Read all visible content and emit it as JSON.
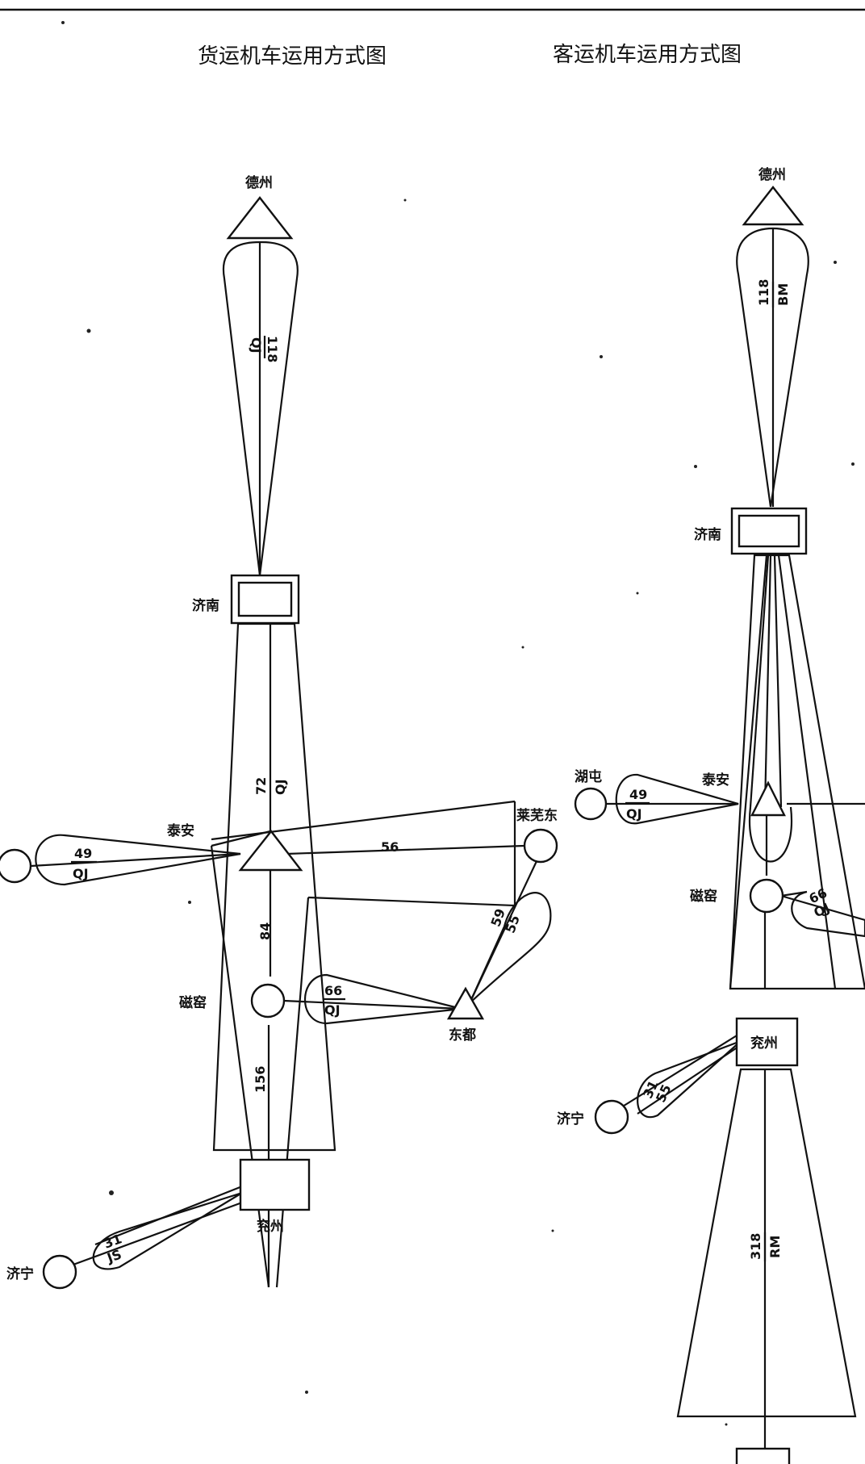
{
  "titles": {
    "freight": "货运机车运用方式图",
    "passenger": "客运机车运用方式图"
  },
  "freight": {
    "stations": {
      "dezhou": "德州",
      "jinan": "济南",
      "taian": "泰安",
      "laiwudong": "莱芜东",
      "ciyao": "磁窑",
      "dongdu": "东都",
      "yanzhou": "兖州",
      "jining": "济宁"
    },
    "labels": {
      "dezhou_jinan": {
        "count": "118",
        "type": "QJ"
      },
      "jinan_taian": {
        "count": "72",
        "type": "QJ"
      },
      "taian_left": {
        "count": "49",
        "type": "QJ"
      },
      "taian_laiwu": {
        "count": "56"
      },
      "taian_ciyao": {
        "count": "84"
      },
      "ciyao_yanzhou": {
        "count": "156"
      },
      "ciyao_dongdu": {
        "count": "66",
        "type": "QJ"
      },
      "dongdu_laiwu_a": {
        "count": "59"
      },
      "dongdu_laiwu_b": {
        "count": "55"
      },
      "yanzhou_jining": {
        "count": "31",
        "type": "JS"
      }
    }
  },
  "passenger": {
    "stations": {
      "dezhou": "德州",
      "jinan": "济南",
      "hutun": "湖屯",
      "taian": "泰安",
      "ciyao": "磁窑",
      "yanzhou": "兖州",
      "jining": "济宁"
    },
    "labels": {
      "dezhou_jinan": {
        "count": "118",
        "type": "BM"
      },
      "hutun_taian": {
        "count": "49",
        "type": "QJ"
      },
      "ciyao_right": {
        "count": "66",
        "type": "QJ"
      },
      "jining_yanzhou_a": {
        "count": "31"
      },
      "jining_yanzhou_b": {
        "count": "55"
      },
      "yanzhou_south": {
        "count": "318",
        "type": "RM"
      }
    }
  }
}
